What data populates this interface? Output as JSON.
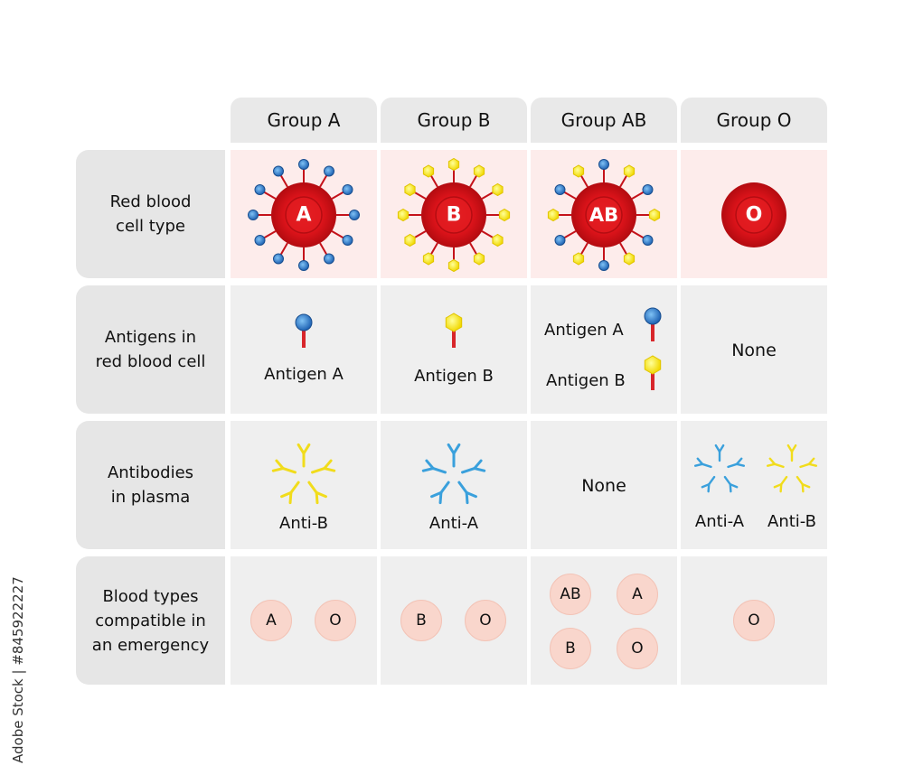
{
  "header": {
    "columns": [
      "Group A",
      "Group B",
      "Group AB",
      "Group O"
    ]
  },
  "rows": {
    "rbc": [
      "Red blood",
      "cell type"
    ],
    "antigens": [
      "Antigens in",
      "red blood cell"
    ],
    "antibodies": [
      "Antibodies",
      "in plasma"
    ],
    "compatible": [
      "Blood types",
      "compatible in",
      "an emergency"
    ]
  },
  "rbc_letters": [
    "A",
    "B",
    "AB",
    "O"
  ],
  "antigen_labels": {
    "a": "Antigen A",
    "b": "Antigen B",
    "ab_a": "Antigen A",
    "ab_b": "Antigen B",
    "o": "None"
  },
  "antibody_labels": {
    "a": "Anti-B",
    "b": "Anti-A",
    "ab": "None",
    "o_a": "Anti-A",
    "o_b": "Anti-B"
  },
  "compatible": {
    "a": [
      "A",
      "O"
    ],
    "b": [
      "B",
      "O"
    ],
    "ab": [
      "AB",
      "A",
      "B",
      "O"
    ],
    "o": [
      "O"
    ]
  },
  "watermark": "Adobe Stock | #845922227",
  "colors": {
    "cell_red": "#e0141b",
    "antigen_a": "#2e7fc8",
    "antigen_b": "#f3e81b",
    "antibody_blue": "#3aa0dc",
    "antibody_yellow": "#f1dc1c",
    "chip": "#f9d6cc"
  }
}
